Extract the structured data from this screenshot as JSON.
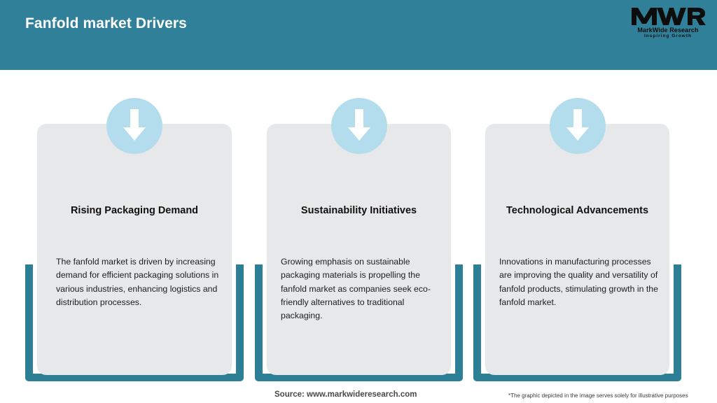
{
  "header": {
    "title": "Fanfold market Drivers",
    "background_color": "#31809a",
    "title_color": "#ffffff"
  },
  "logo": {
    "mark": "MWR",
    "name": "MarkWide Research",
    "tagline": "Inspiring Growth"
  },
  "theme": {
    "accent_teal": "#2d7f96",
    "card_background": "#e6e8ea",
    "icon_circle": "#b3dced",
    "arrow_color": "#ffffff"
  },
  "cards": [
    {
      "icon": "arrow-down-icon",
      "title": "Rising Packaging Demand",
      "text": "The fanfold market is driven by increasing demand for efficient packaging solutions in various industries, enhancing logistics and distribution processes."
    },
    {
      "icon": "arrow-down-icon",
      "title": "Sustainability Initiatives",
      "text": "Growing emphasis on sustainable packaging materials is propelling the fanfold market as companies seek eco-friendly alternatives to traditional packaging."
    },
    {
      "icon": "arrow-down-icon",
      "title": "Technological Advancements",
      "text": "Innovations in manufacturing processes are improving the quality and versatility of fanfold products, stimulating growth in the fanfold market."
    }
  ],
  "footer": {
    "source": "Source: www.markwideresearch.com",
    "disclaimer": "*The graphic depicted in the image serves solely for illustrative purposes"
  }
}
